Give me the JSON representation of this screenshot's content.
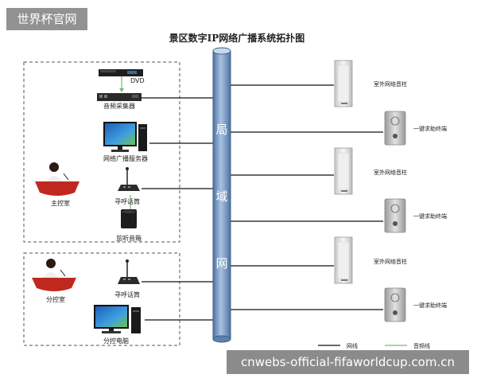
{
  "title": "景区数字IP网络广播系统拓扑图",
  "lan_chars": [
    "局",
    "域",
    "网"
  ],
  "devices_left": {
    "dvd": "DVD",
    "audio_collector": "音频采集器",
    "server": "网络广播服务器",
    "paging_mic_main": "寻呼话筒",
    "monitor_speaker": "监听音箱",
    "paging_mic_sub": "寻呼话筒",
    "sub_pc": "分控电脑"
  },
  "rooms": {
    "main": "主控室",
    "sub": "分控室"
  },
  "devices_right": {
    "column_speaker": "室外网络音柱",
    "help_terminal": "一键求助终端"
  },
  "legend": {
    "network": "网线",
    "audio": "音频线"
  },
  "colors": {
    "lan_pipe": "#7a9cc4",
    "audio_line": "#6fbf6f",
    "network_line": "#111111"
  },
  "watermarks": {
    "top_left": "世界杯官网",
    "bottom_right": "cnwebs-official-fifaworldcup.com.cn"
  }
}
